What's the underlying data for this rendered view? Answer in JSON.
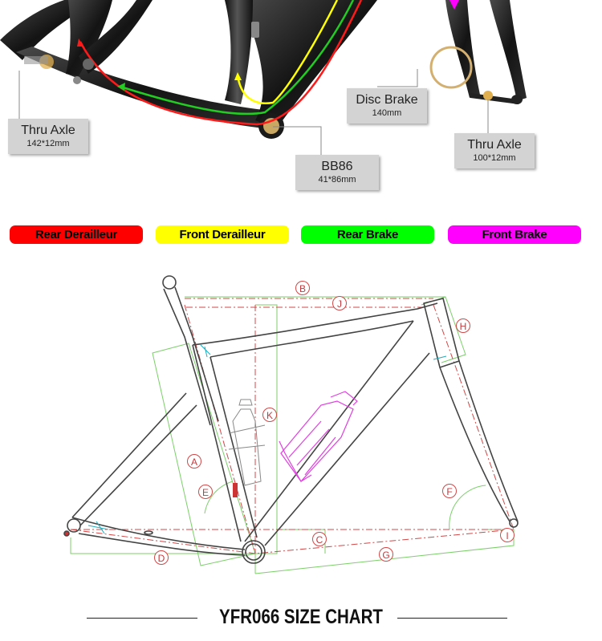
{
  "callouts": {
    "rear_axle": {
      "name": "Thru Axle",
      "spec": "142*12mm"
    },
    "bb": {
      "name": "BB86",
      "spec": "41*86mm"
    },
    "disc": {
      "name": "Disc Brake",
      "spec": "140mm"
    },
    "front_axle": {
      "name": "Thru Axle",
      "spec": "100*12mm"
    }
  },
  "legend": [
    {
      "label": "Rear Derailleur",
      "color": "#ff0000",
      "text_color": "#000000"
    },
    {
      "label": "Front Derailleur",
      "color": "#ffff00",
      "text_color": "#000000"
    },
    {
      "label": "Rear Brake",
      "color": "#00ff00",
      "text_color": "#000000"
    },
    {
      "label": "Front Brake",
      "color": "#ff00ff",
      "text_color": "#000000"
    }
  ],
  "dimension_labels": [
    "A",
    "B",
    "C",
    "D",
    "E",
    "F",
    "G",
    "H",
    "I",
    "J",
    "K"
  ],
  "title": "YFR066 SIZE CHART",
  "colors": {
    "dim_red": "#d04848",
    "dim_green": "#7ccf6a",
    "bottle": "#e040e0",
    "frame": "#3a3a3a"
  }
}
